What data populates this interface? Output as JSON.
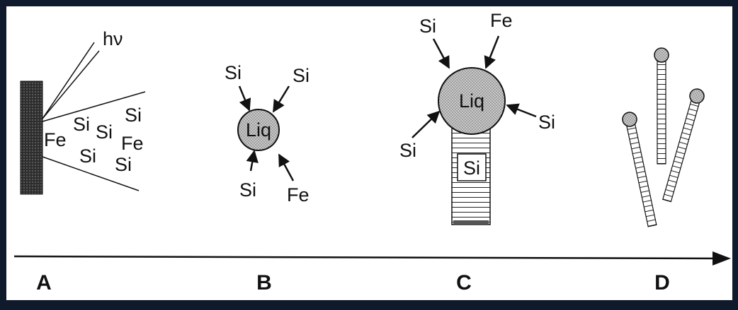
{
  "diagram": {
    "stages": [
      "A",
      "B",
      "C",
      "D"
    ],
    "stage_a": {
      "photon_label": "hν",
      "species": [
        "Fe",
        "Si",
        "Si",
        "Si",
        "Si",
        "Fe",
        "Si"
      ]
    },
    "stage_b": {
      "droplet_label": "Liq",
      "species": [
        "Si",
        "Si",
        "Si",
        "Fe"
      ]
    },
    "stage_c": {
      "droplet_label": "Liq",
      "wire_label": "Si",
      "species": [
        "Si",
        "Fe",
        "Si",
        "Si"
      ]
    }
  }
}
